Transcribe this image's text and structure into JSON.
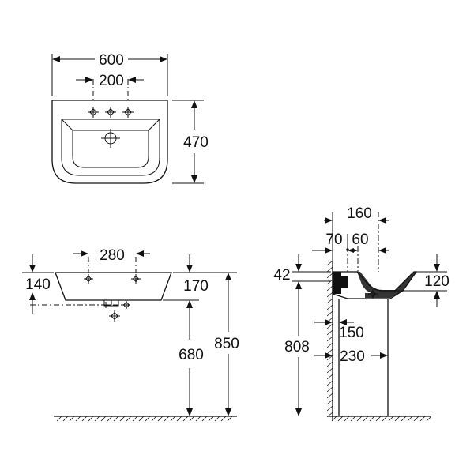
{
  "colors": {
    "ink": "#111111",
    "background": "#ffffff"
  },
  "top_view": {
    "width_label": "600",
    "tap_spacing_label": "200",
    "depth_label": "470"
  },
  "front_view": {
    "hole_spacing_label": "280",
    "rim_to_hole_label": "140",
    "basin_height_label": "170",
    "outlet_height_label": "680",
    "rim_height_label": "850"
  },
  "side_view": {
    "overall_depth_label": "160",
    "wall_offset_label": "70",
    "tap_offset_label": "60",
    "rim_thickness_label": "42",
    "bowl_depth_label": "120",
    "pedestal_height_label": "808",
    "pedestal_offset_label": "150",
    "pedestal_depth_label": "230"
  }
}
